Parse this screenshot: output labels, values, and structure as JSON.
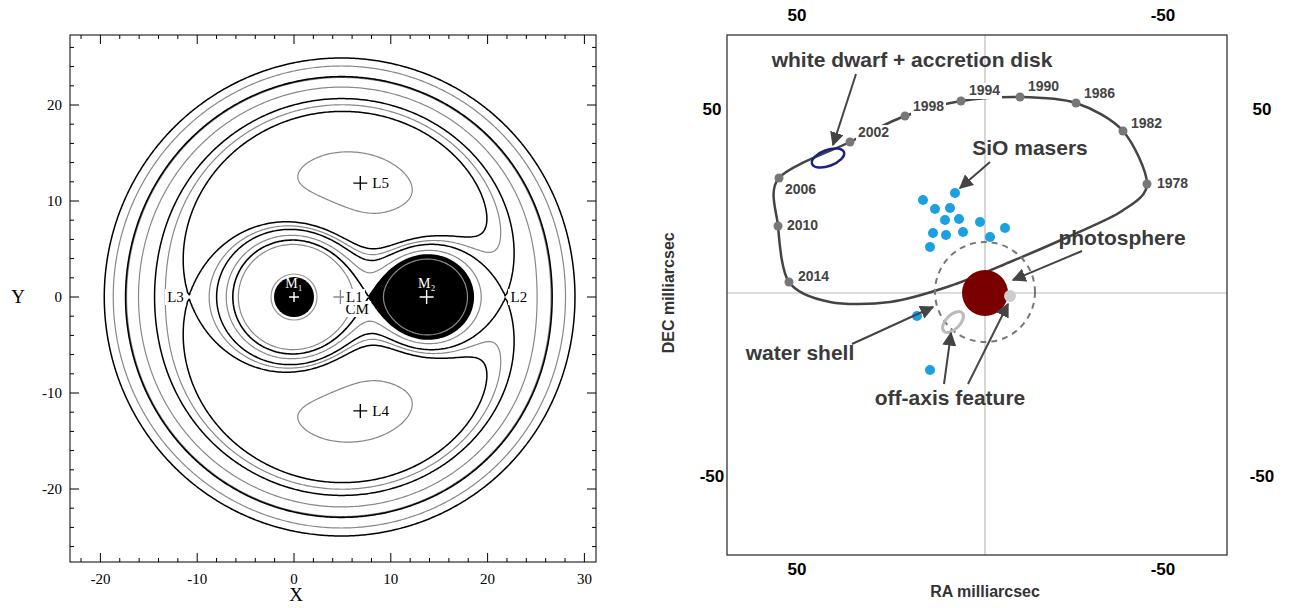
{
  "diagram": {
    "nodes": [
      {
        "text": [
          "M₁"
        ]
      },
      {
        "text": [
          "M₂"
        ]
      }
    ],
    "labels": [
      "L5",
      "L3",
      "CM",
      "L1",
      "L2",
      "L4",
      "-20",
      "-10",
      "0",
      "10",
      "20",
      "30",
      "20",
      "10",
      "0",
      "-10",
      "-20",
      "Y",
      "X",
      "50",
      "-50",
      "white dwarf + accretion disk",
      "1994",
      "1990",
      "1986",
      "1998",
      "1982",
      "2002",
      "SiO masers",
      "2006",
      "1978",
      "2010",
      "photosphere",
      "2014",
      "water shell",
      "off-axis feature",
      "50",
      "-50",
      "50",
      "-50",
      "DEC milliarcsec",
      "50",
      "-50",
      "RA milliarcsec"
    ]
  }
}
